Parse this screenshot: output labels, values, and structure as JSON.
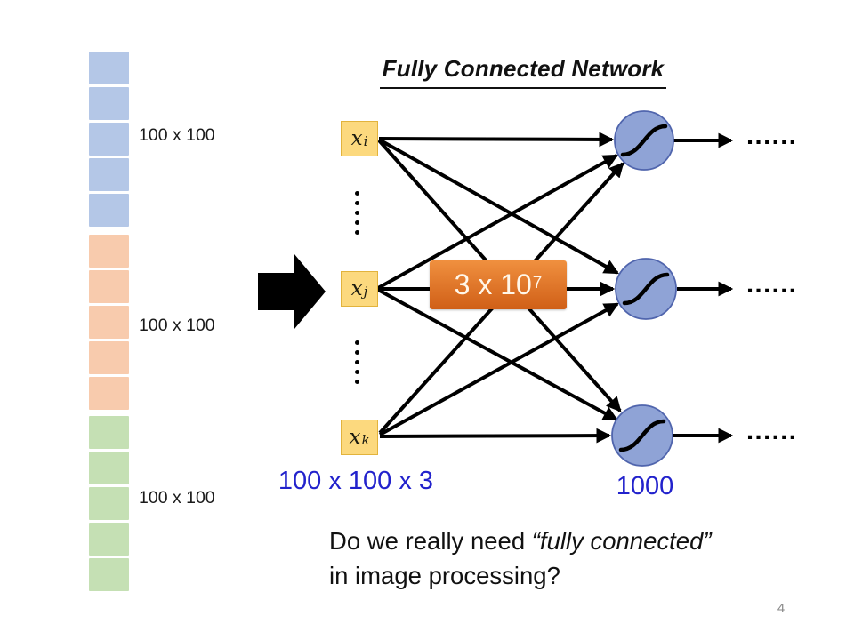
{
  "slide": {
    "title": "Fully Connected Network",
    "page_number": "4",
    "question": {
      "line1_regular": "Do we really need ",
      "line1_italic": "“fully connected”",
      "line2": "in image processing?"
    }
  },
  "image_stack": {
    "groups": [
      {
        "label": "100 x 100",
        "color": "#B4C7E7",
        "square_count": 5
      },
      {
        "label": "100 x 100",
        "color": "#F8CBAD",
        "square_count": 5
      },
      {
        "label": "100 x 100",
        "color": "#C5E0B4",
        "square_count": 5
      }
    ]
  },
  "network": {
    "inputs": [
      {
        "base": "x",
        "sub": "i"
      },
      {
        "base": "x",
        "sub": "j"
      },
      {
        "base": "x",
        "sub": "k"
      }
    ],
    "weights_label": {
      "base": "3 x 10",
      "exponent": "7"
    },
    "input_dim_label": "100 x 100 x 3",
    "output_count_label": "1000",
    "output_ellipsis": "......"
  },
  "colors": {
    "stack_blue": "#B4C7E7",
    "stack_orange": "#F8CBAD",
    "stack_green": "#C5E0B4",
    "node_yellow": "#FCD97E",
    "node_yellow_border": "#E2B33C",
    "neuron_fill": "#8FA3D6",
    "neuron_border": "#5065AD",
    "badge_top": "#F0903F",
    "badge_bottom": "#D05F17",
    "blue_text": "#2222CC"
  }
}
